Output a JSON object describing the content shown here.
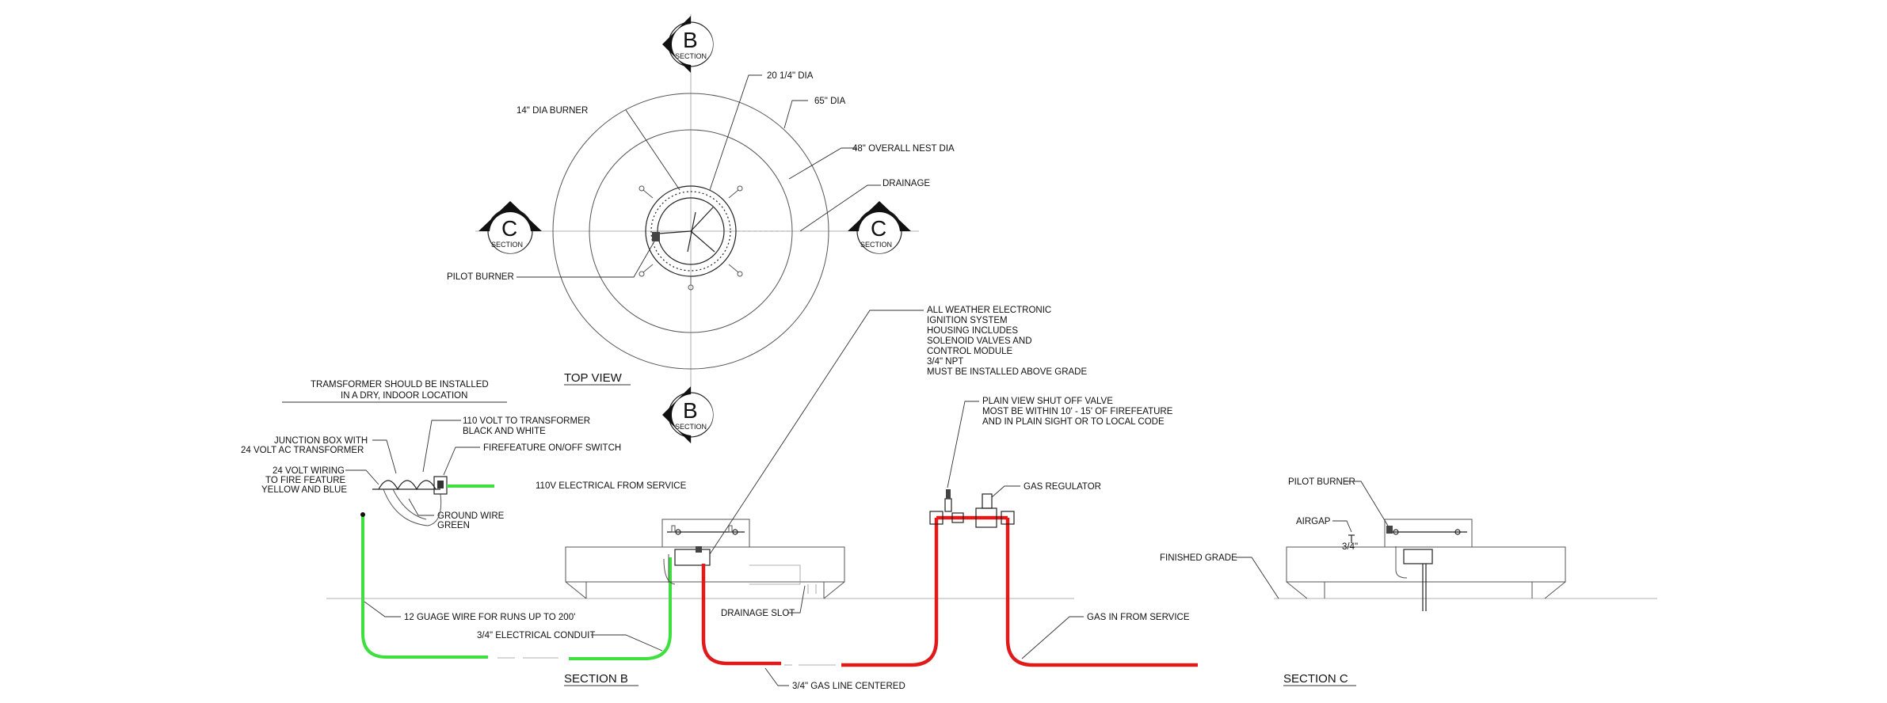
{
  "colors": {
    "electrical_wire": "#3ee03e",
    "gas_line": "#e01a1a",
    "linework": "#333333"
  },
  "top_view": {
    "title": "TOP VIEW",
    "labels": {
      "burner": "14\" DIA BURNER",
      "inner_dia": "20 1/4\" DIA",
      "outer_dia": "65\" DIA",
      "nest_dia": "48\" OVERALL NEST DIA",
      "drainage": "DRAINAGE",
      "pilot": "PILOT BURNER"
    },
    "markers": {
      "b_letter": "B",
      "c_letter": "C",
      "section_word": "SECTION"
    }
  },
  "section_b": {
    "title": "SECTION B",
    "transformer_note": [
      "TRAMSFORMER SHOULD BE INSTALLED",
      "IN A DRY, INDOOR LOCATION"
    ],
    "junction_box": [
      "JUNCTION BOX WITH",
      "24 VOLT AC TRANSFORMER"
    ],
    "volt110": [
      "110 VOLT TO TRANSFORMER",
      "BLACK AND WHITE"
    ],
    "switch": "FIREFEATURE ON/OFF SWITCH",
    "wiring24": [
      "24 VOLT WIRING",
      "TO FIRE FEATURE",
      "YELLOW AND BLUE"
    ],
    "service110": "110V ELECTRICAL FROM SERVICE",
    "ground": [
      "GROUND WIRE",
      "GREEN"
    ],
    "wire_runs": "12 GUAGE WIRE FOR RUNS UP TO 200'",
    "conduit": "3/4\" ELECTRICAL CONDUIT",
    "ignition": [
      "ALL WEATHER ELECTRONIC",
      "IGNITION SYSTEM",
      "HOUSING INCLUDES",
      "SOLENOID VALVES AND",
      "CONTROL MODULE",
      "3/4\" NPT",
      "MUST BE INSTALLED ABOVE GRADE"
    ],
    "valve": [
      "PLAIN VIEW SHUT OFF VALVE",
      "MOST BE WITHIN 10' - 15' OF FIREFEATURE",
      "AND IN PLAIN SIGHT OR TO LOCAL CODE"
    ],
    "regulator": "GAS REGULATOR",
    "drain_slot": "DRAINAGE SLOT",
    "gas_in": "GAS IN FROM SERVICE",
    "gas_line": "3/4\" GAS LINE CENTERED"
  },
  "section_c": {
    "title": "SECTION C",
    "pilot": "PILOT BURNER",
    "airgap": "AIRGAP",
    "airgap_dim": "3/4\"",
    "grade": "FINISHED GRADE"
  }
}
